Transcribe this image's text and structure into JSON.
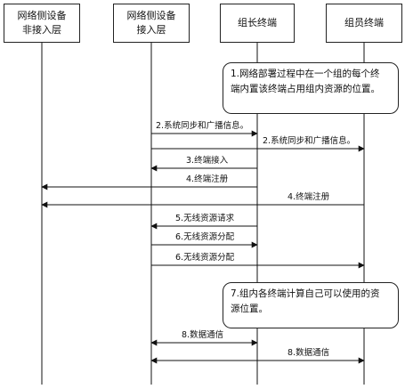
{
  "actors": [
    {
      "line1": "网络侧设备",
      "line2": "非接入层"
    },
    {
      "line1": "网络侧设备",
      "line2": "接入层"
    },
    {
      "line1": "组长终端",
      "line2": ""
    },
    {
      "line1": "组员终端",
      "line2": ""
    }
  ],
  "notes": [
    {
      "line1": "1.网络部署过程中在一个组的每个终",
      "line2": "端内置该终端占用组内资源的位置。"
    },
    {
      "line1": "7.组内各终端计算自己可以使用的资",
      "line2": "源位置。"
    }
  ],
  "messages": [
    {
      "label": "2.系统同步和广播信息。"
    },
    {
      "label": "2.系统同步和广播信息。"
    },
    {
      "label": "3.终端接入"
    },
    {
      "label": "4.终端注册"
    },
    {
      "label": "4.终端注册"
    },
    {
      "label": "5.无线资源请求"
    },
    {
      "label": "6.无线资源分配"
    },
    {
      "label": "6.无线资源分配"
    },
    {
      "label": "8.数据通信"
    },
    {
      "label": "8.数据通信"
    }
  ]
}
